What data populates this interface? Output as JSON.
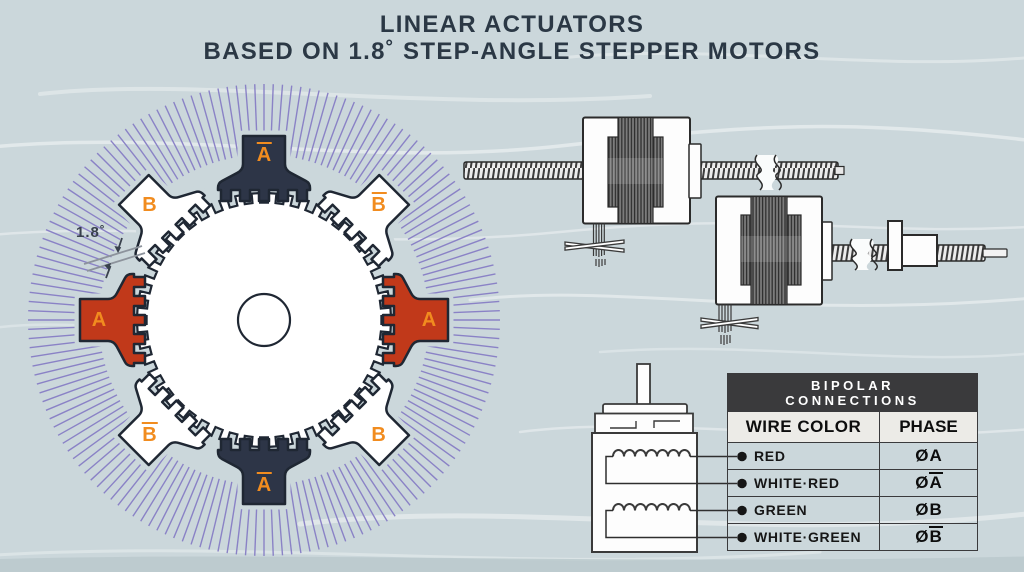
{
  "title": {
    "line1": "LINEAR ACTUATORS",
    "line2": "BASED ON 1.8˚ STEP-ANGLE STEPPER MOTORS"
  },
  "rotary_diagram": {
    "step_angle_label": "1.8˚",
    "poles": [
      {
        "position": "top",
        "label": "A",
        "bar": true,
        "fill": "#2d3547"
      },
      {
        "position": "top-right",
        "label": "B",
        "bar": true,
        "fill": "#ffffff"
      },
      {
        "position": "right",
        "label": "A",
        "bar": false,
        "fill": "#c1391a"
      },
      {
        "position": "bottom-right",
        "label": "B",
        "bar": false,
        "fill": "#ffffff"
      },
      {
        "position": "bottom",
        "label": "A",
        "bar": true,
        "fill": "#2d3547"
      },
      {
        "position": "bottom-left",
        "label": "B",
        "bar": true,
        "fill": "#ffffff"
      },
      {
        "position": "left",
        "label": "A",
        "bar": false,
        "fill": "#c1391a"
      },
      {
        "position": "top-left",
        "label": "B",
        "bar": false,
        "fill": "#ffffff"
      }
    ]
  },
  "connection_table": {
    "header_line1": "BIPOLAR",
    "header_line2": "CONNECTIONS",
    "columns": [
      "WIRE COLOR",
      "PHASE"
    ],
    "rows": [
      {
        "wire": "RED",
        "phase_prefix": "Ø",
        "phase_letter": "A",
        "bar": false
      },
      {
        "wire": "WHITE·RED",
        "phase_prefix": "Ø",
        "phase_letter": "A",
        "bar": true
      },
      {
        "wire": "GREEN",
        "phase_prefix": "Ø",
        "phase_letter": "B",
        "bar": false
      },
      {
        "wire": "WHITE·GREEN",
        "phase_prefix": "Ø",
        "phase_letter": "B",
        "bar": true
      }
    ]
  },
  "colors": {
    "background": "#cbd7db",
    "title_text": "#2b3845",
    "outline": "#1f2733",
    "pole_phase_a": "#c1391a",
    "pole_phase_a_bar": "#2d3547",
    "pole_phase_b": "#ffffff",
    "pole_label_orange": "#f18c1f",
    "ring_hatch": "#8a82c6",
    "table_header_bg": "#3a3a3c",
    "table_header_text": "#ffffff",
    "table_subheader_bg": "#ecebe7",
    "wire_line": "#2f2f2f"
  }
}
